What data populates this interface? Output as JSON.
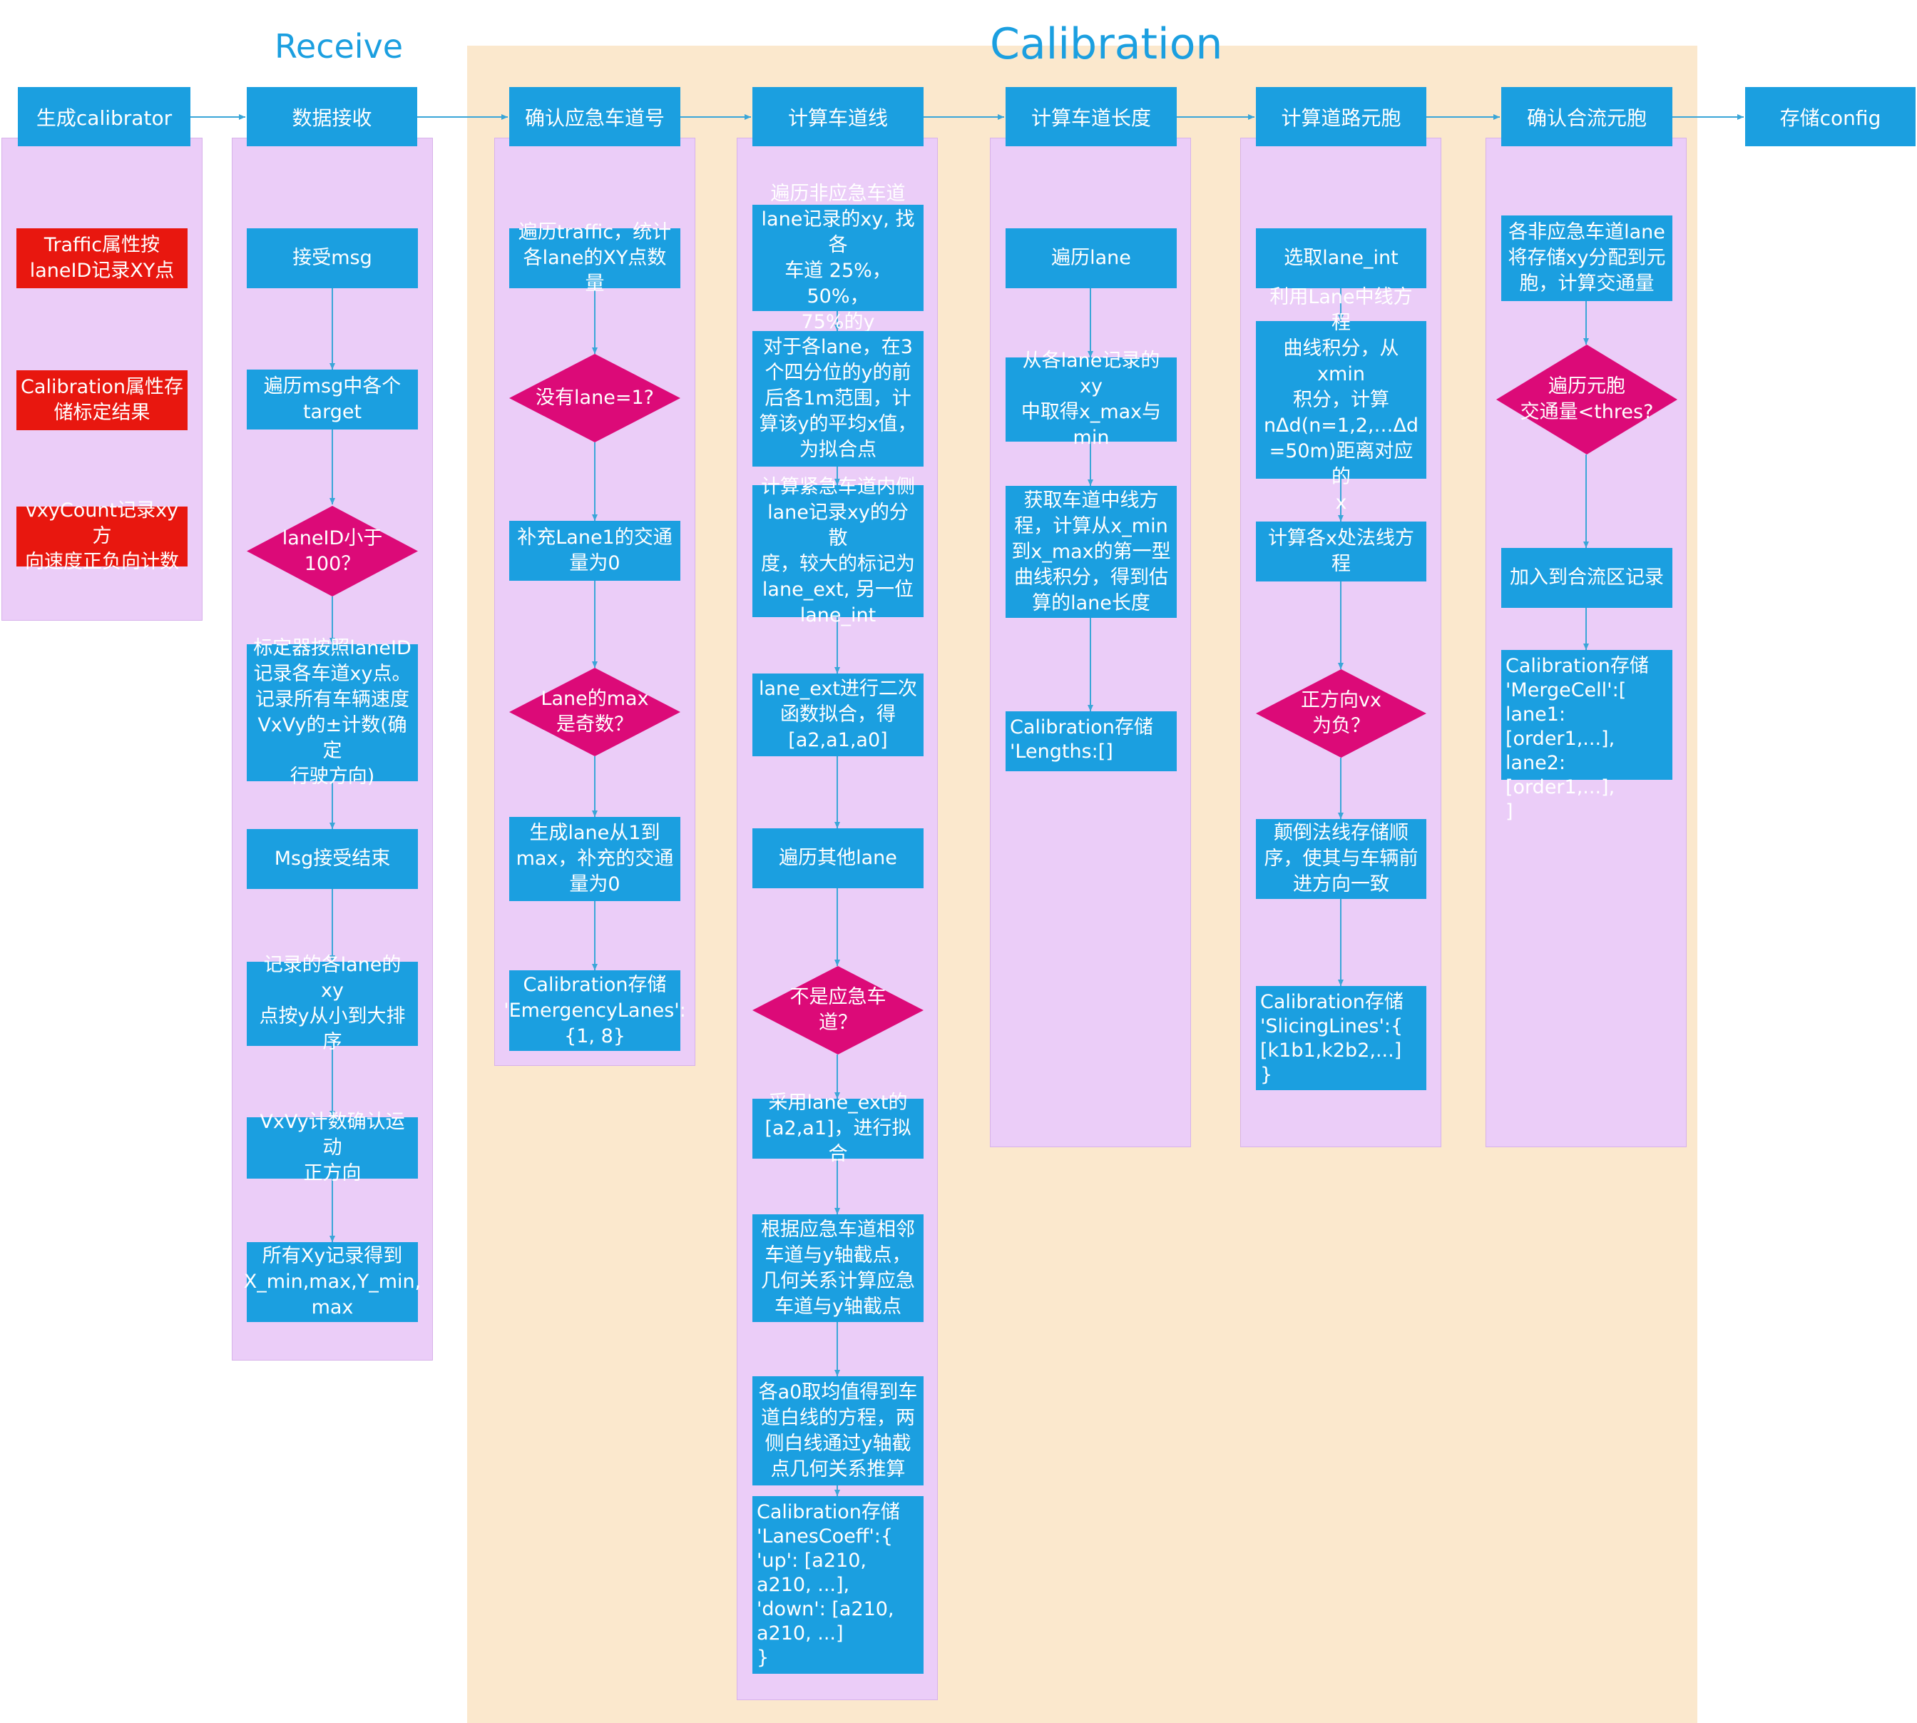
{
  "titles": {
    "receive": "Receive",
    "calibration": "Calibration"
  },
  "headers": [
    "生成calibrator",
    "数据接收",
    "确认应急车道号",
    "计算车道线",
    "计算车道长度",
    "计算道路元胞",
    "确认合流元胞",
    "存储config"
  ],
  "col0": [
    "Traffic属性按\nlaneID记录XY点",
    "Calibration属性存\n储标定结果",
    "vxyCount记录xy方\n向速度正负向计数"
  ],
  "col1": [
    "接受msg",
    "遍历msg中各个\ntarget",
    "laneID小于\n100？",
    "标定器按照laneID\n记录各车道xy点。\n记录所有车辆速度\nVxVy的±计数(确定\n行驶方向)",
    "Msg接受结束",
    "记录的各lane的xy\n点按y从小到大排\n序",
    "VxVy计数确认运动\n正方向",
    "所有Xy记录得到\nX_min,max,Y_min,\nmax"
  ],
  "col2": [
    "遍历traffic，统计\n各lane的XY点数量",
    "没有lane=1?",
    "补充Lane1的交通\n量为0",
    "Lane的max\n是奇数？",
    "生成lane从1到\nmax，补充的交通\n量为0",
    "Calibration存储\n'EmergencyLanes':\n{1, 8}"
  ],
  "col3": [
    "遍历非应急车道\nlane记录的xy, 找各\n车道 25%，50%，\n75%的y",
    "对于各lane，在3\n个四分位的y的前\n后各1m范围，计\n算该y的平均x值，\n为拟合点",
    "计算紧急车道内侧\nlane记录xy的分散\n度，较大的标记为\nlane_ext, 另一位\nlane_int",
    "lane_ext进行二次\n函数拟合，得\n[a2,a1,a0]",
    "遍历其他lane",
    "不是应急车\n道？",
    "采用lane_ext的\n[a2,a1]，进行拟合",
    "根据应急车道相邻\n车道与y轴截点，\n几何关系计算应急\n车道与y轴截点",
    "各a0取均值得到车\n道白线的方程，两\n侧白线通过y轴截\n点几何关系推算",
    "Calibration存储\n'LanesCoeff':{\n'up': [a210,\na210, ...],\n'down': [a210,\na210, ...]\n}"
  ],
  "col4": [
    "遍历lane",
    "从各lane记录的xy\n中取得x_max与\nmin",
    "获取车道中线方\n程，计算从x_min\n到x_max的第一型\n曲线积分，得到估\n算的lane长度",
    "Calibration存储\n'Lengths:[]"
  ],
  "col5": [
    "选取lane_int",
    "利用Lane中线方程\n曲线积分，从xmin\n积分，计算\nnΔd(n=1,2,…Δd\n=50m)距离对应的\nx",
    "计算各x处法线方\n程",
    "正方向vx\n为负？",
    "颠倒法线存储顺\n序，使其与车辆前\n进方向一致",
    "Calibration存储\n'SlicingLines':{\n[k1b1,k2b2,...]\n}"
  ],
  "col6": [
    "各非应急车道lane\n将存储xy分配到元\n胞，计算交通量",
    "遍历元胞\n交通量<thres?",
    "加入到合流区记录",
    "Calibration存储\n'MergeCell':[\nlane1:[order1,...],\nlane2:[order1,...],\n]"
  ],
  "colors": {
    "node": "#1b9fe0",
    "decision": "#dc0a78",
    "attribute": "#e8170f",
    "swimlane": "#ebcdf8",
    "stage_band": "#fbe8cd",
    "connector": "#3aa6d8"
  }
}
